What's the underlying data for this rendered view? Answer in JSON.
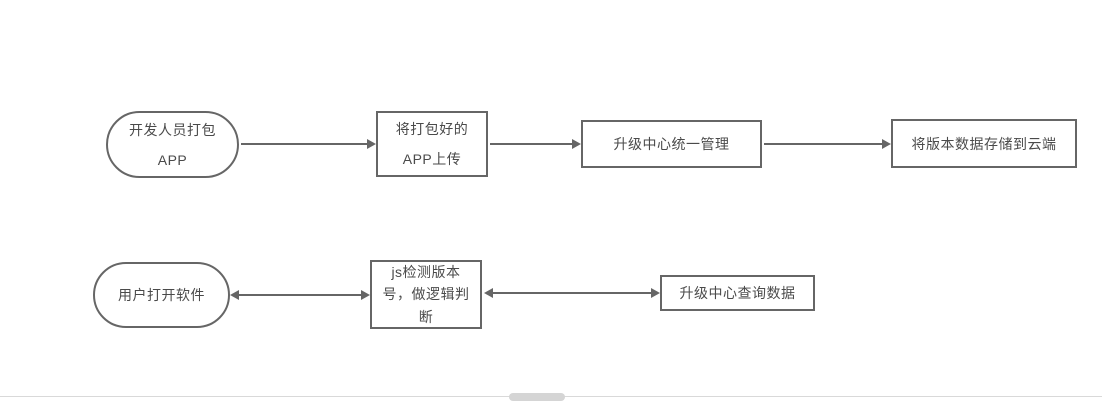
{
  "colors": {
    "node_border": "#666666",
    "node_text": "#4a4a4a",
    "connector": "#666666",
    "scrollbar_thumb": "#d5d5d5",
    "scrollbar_track": "#d9d9d9",
    "canvas_background": "#ffffff"
  },
  "diagram": {
    "nodes": [
      {
        "shape": "stadium",
        "label": "开发人员打包 APP",
        "lines": [
          "开发人员打包",
          "APP"
        ]
      },
      {
        "shape": "rect",
        "label": "将打包好的 APP上传",
        "lines": [
          "将打包好的",
          "APP上传"
        ]
      },
      {
        "shape": "rect",
        "label": "升级中心统一管理",
        "lines": [
          "升级中心统一管理"
        ]
      },
      {
        "shape": "rect",
        "label": "将版本数据存储到云端",
        "lines": [
          "将版本数据存储到云端"
        ]
      },
      {
        "shape": "stadium",
        "label": "用户打开软件",
        "lines": [
          "用户打开软件"
        ]
      },
      {
        "shape": "rect",
        "label": "js检测版本号，做逻辑判断",
        "lines": [
          "js检测版本",
          "号，做逻辑判",
          "断"
        ]
      },
      {
        "shape": "rect",
        "label": "升级中心查询数据",
        "lines": [
          "升级中心查询数据"
        ]
      }
    ],
    "connectors": [
      {
        "from": "开发人员打包 APP",
        "to": "将打包好的 APP上传",
        "bidirectional": false
      },
      {
        "from": "将打包好的 APP上传",
        "to": "升级中心统一管理",
        "bidirectional": false
      },
      {
        "from": "升级中心统一管理",
        "to": "将版本数据存储到云端",
        "bidirectional": false
      },
      {
        "from": "用户打开软件",
        "to": "js检测版本号，做逻辑判断",
        "bidirectional": true
      },
      {
        "from": "js检测版本号，做逻辑判断",
        "to": "升级中心查询数据",
        "bidirectional": true
      }
    ]
  }
}
